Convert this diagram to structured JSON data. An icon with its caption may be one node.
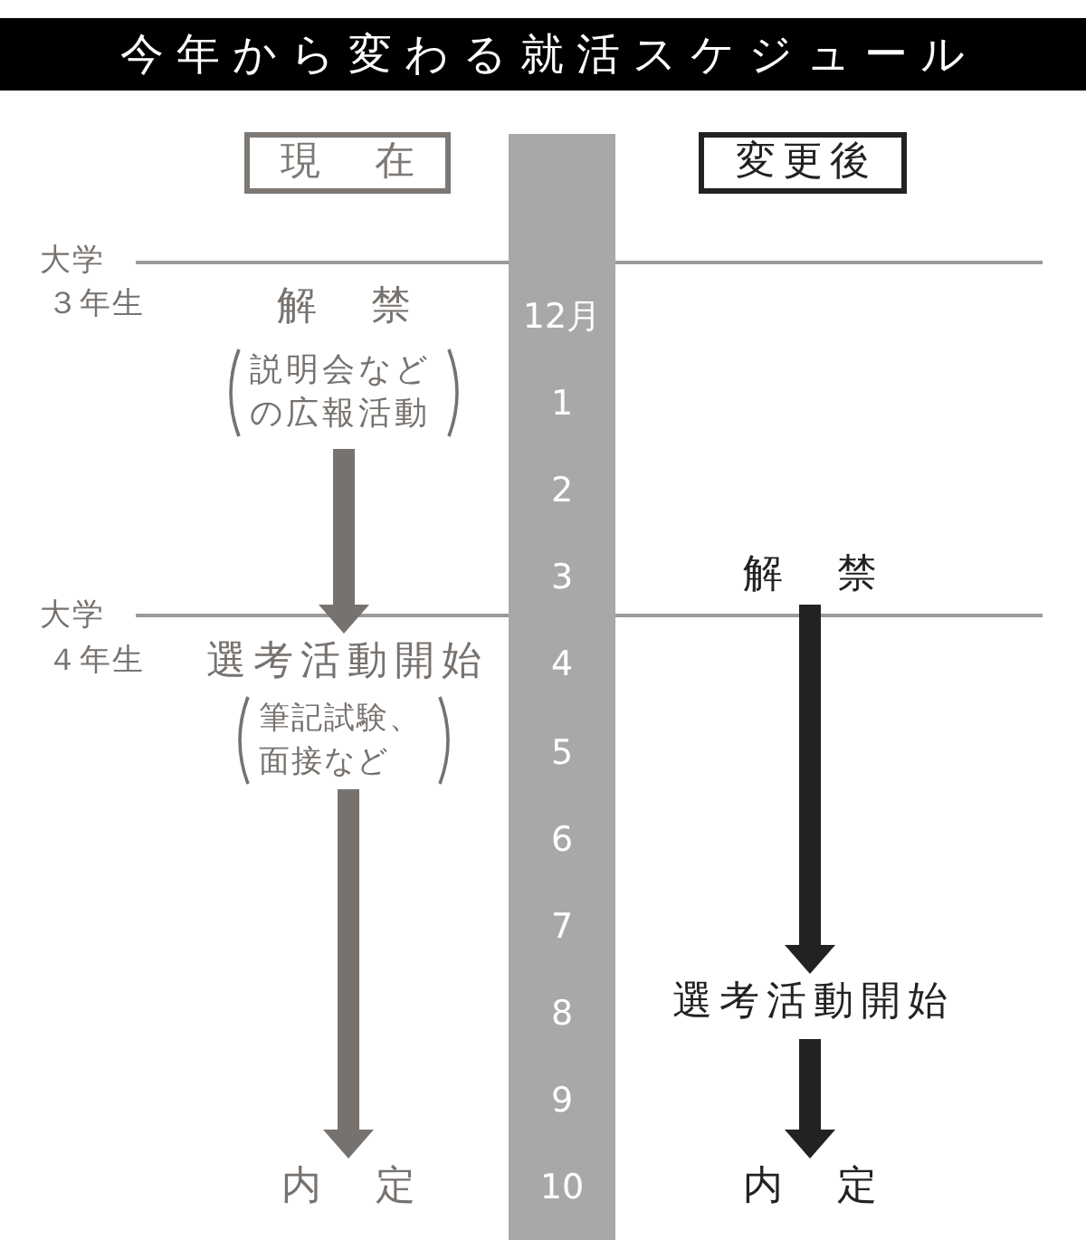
{
  "diagram": {
    "title": "今年から変わる就活スケジュール",
    "nodes": [
      {
        "text": [
          "現　在"
        ]
      },
      {
        "text": [
          "変更後"
        ]
      },
      {
        "text": [
          "12月",
          "1",
          "2",
          "3",
          "4",
          "5",
          "6",
          "7",
          "8",
          "9",
          "10"
        ]
      },
      {
        "text": [
          "解　禁",
          "説明会などの広報活動"
        ]
      },
      {
        "text": [
          "選考活動開始",
          "筆記試験、面接など"
        ]
      },
      {
        "text": [
          "内　定"
        ]
      },
      {
        "text": [
          "解　禁"
        ]
      },
      {
        "text": [
          "選考活動開始"
        ]
      },
      {
        "text": [
          "内　定"
        ]
      }
    ],
    "edges": [
      {
        "from": 3,
        "to": 4,
        "arrow": "to",
        "color": "#77726e"
      },
      {
        "from": 4,
        "to": 5,
        "arrow": "to",
        "color": "#77726e"
      },
      {
        "from": 6,
        "to": 7,
        "arrow": "to",
        "color": "#222222"
      },
      {
        "from": 7,
        "to": 8,
        "arrow": "to",
        "color": "#222222"
      }
    ],
    "labels": [
      "大学",
      "３年生",
      "大学",
      "４年生"
    ]
  }
}
